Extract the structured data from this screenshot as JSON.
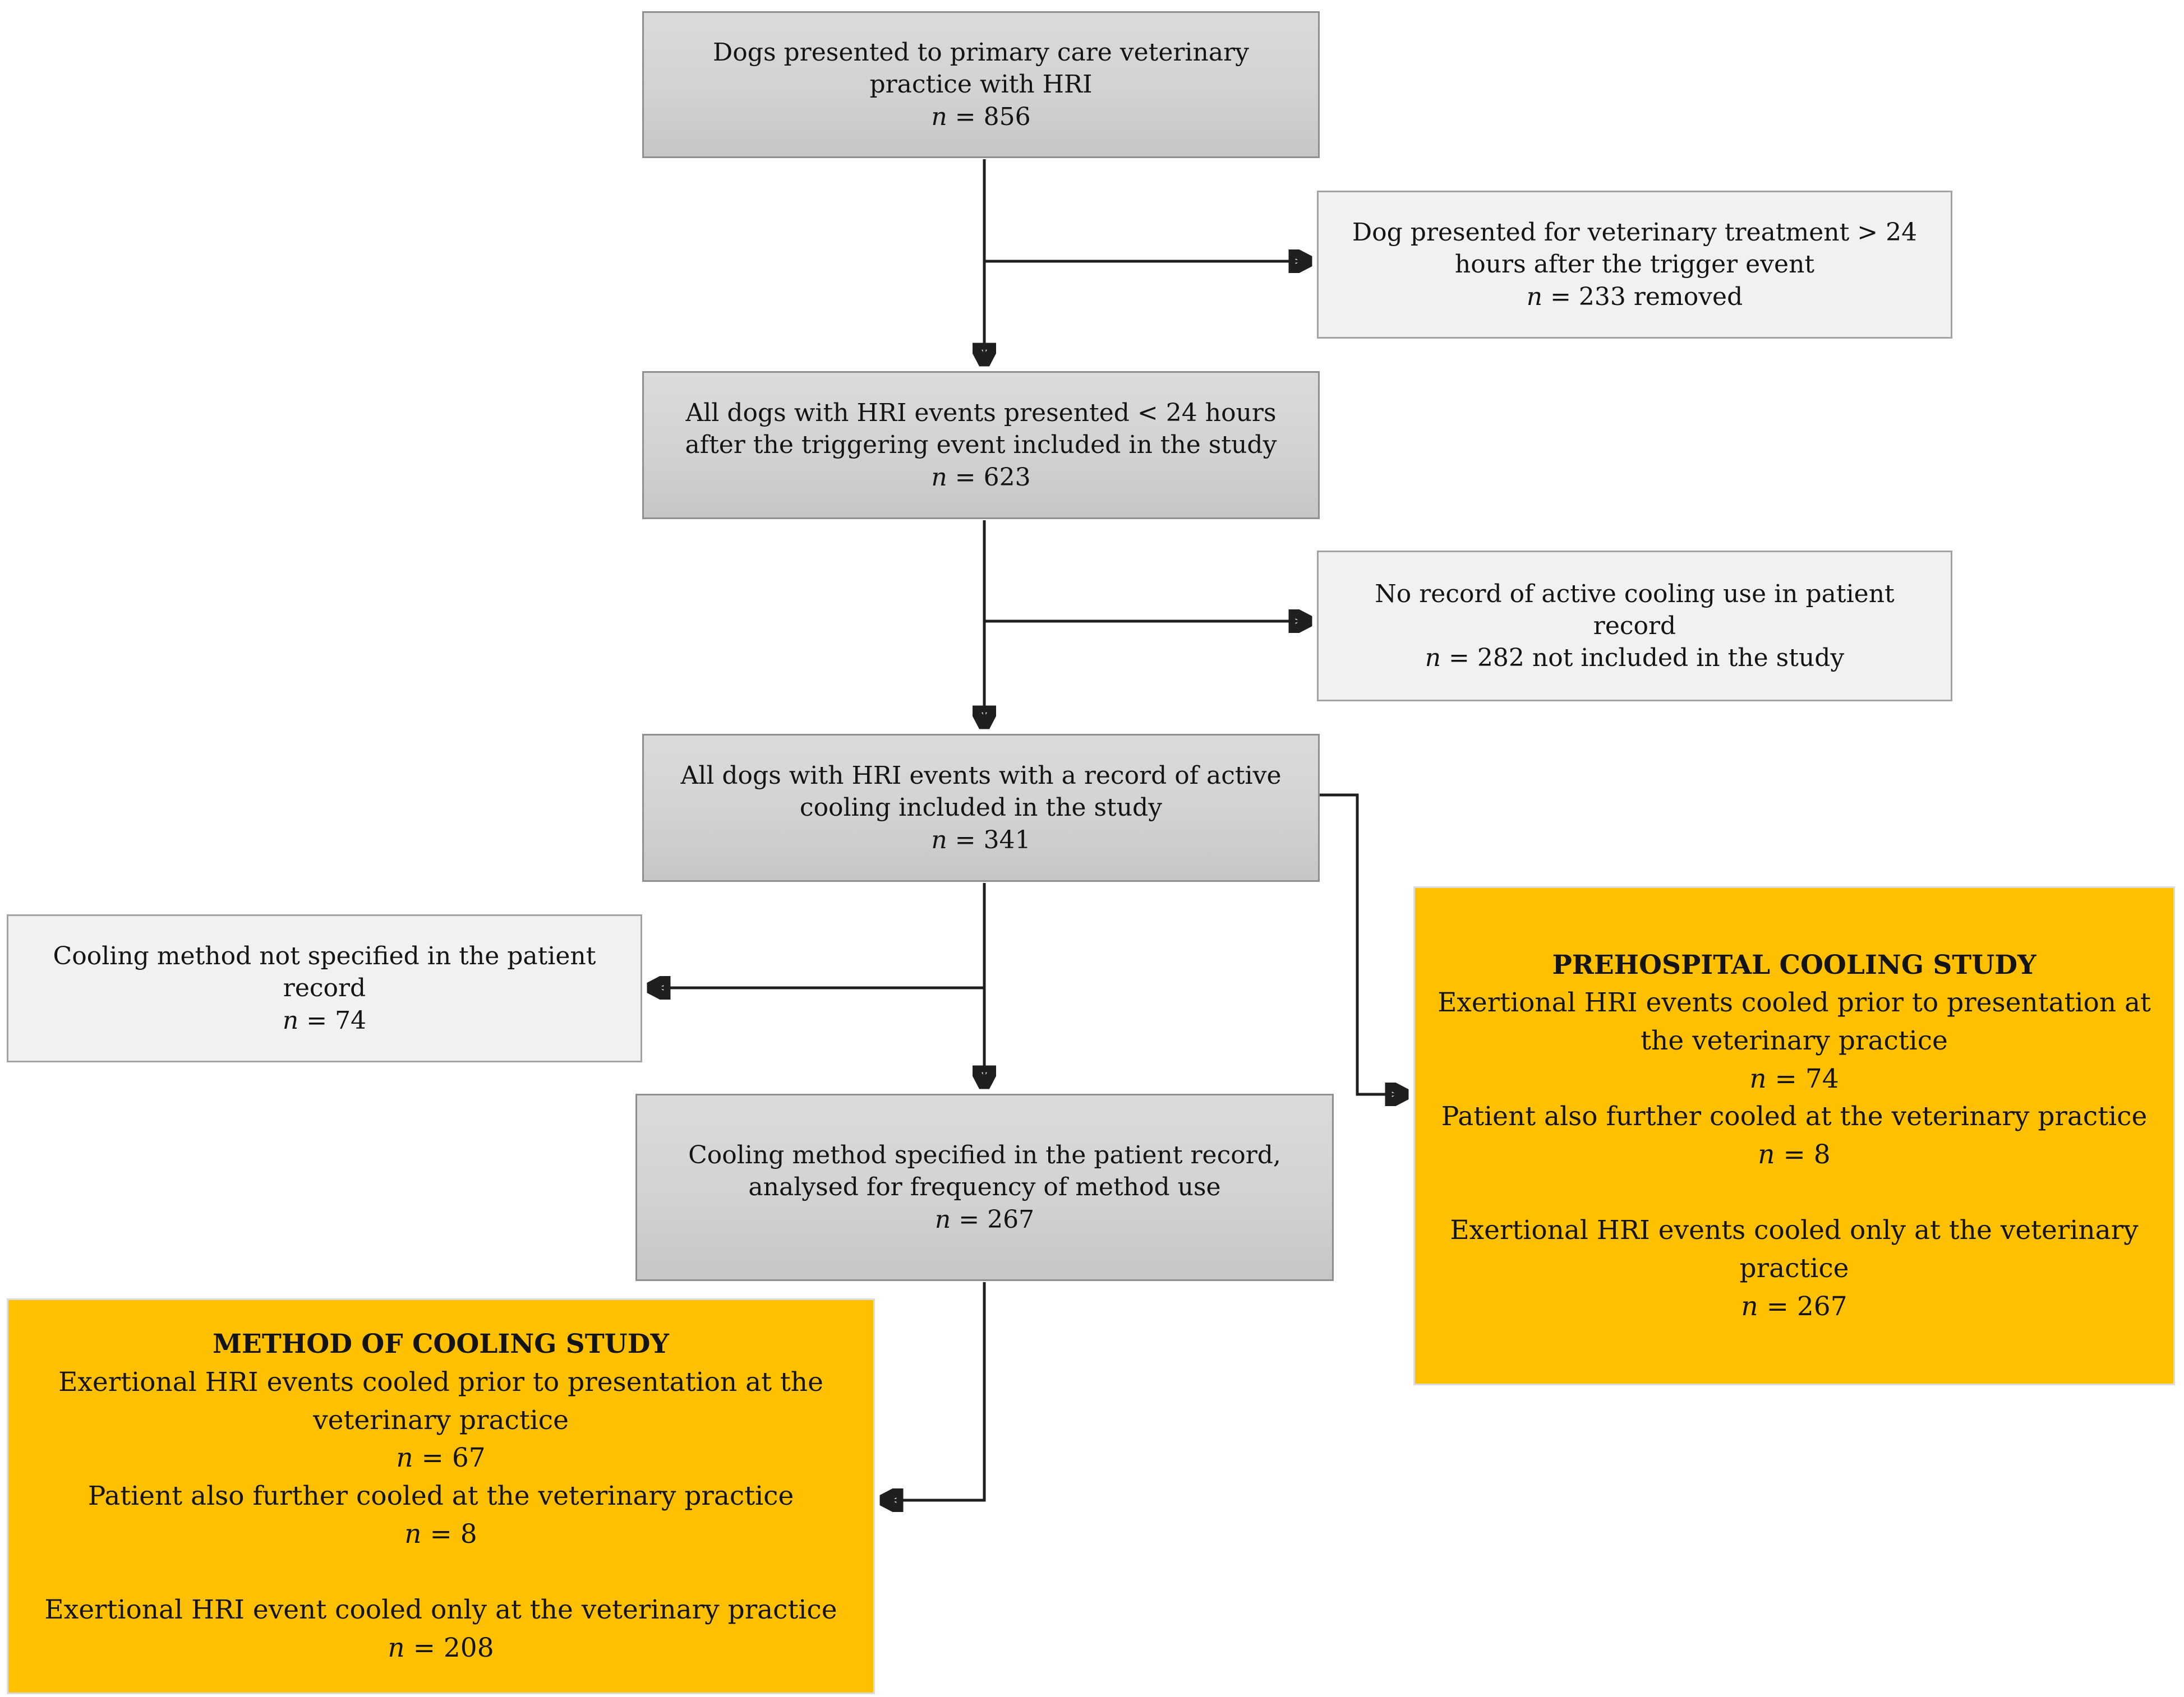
{
  "figure": {
    "type": "flowchart",
    "colors": {
      "process_fill": "#d2d2d2",
      "exclusion_fill": "#f1f1f1",
      "highlight_fill": "#ffc000",
      "arrow": "#1f1f1f"
    },
    "boxes": {
      "presented": {
        "role": "process",
        "lines": [
          {
            "style": "normal",
            "text": "Dogs presented to primary care veterinary practice with HRI"
          },
          {
            "style": "n",
            "text": "n = 856"
          }
        ]
      },
      "late_presentation": {
        "role": "exclusion",
        "lines": [
          {
            "style": "normal",
            "text": "Dog presented for veterinary treatment > 24 hours after the trigger event"
          },
          {
            "style": "n",
            "text": "n = 233 removed"
          }
        ]
      },
      "included_24h": {
        "role": "process",
        "lines": [
          {
            "style": "normal",
            "text": "All dogs with HRI events presented < 24 hours after the triggering event included in the study"
          },
          {
            "style": "n",
            "text": "n = 623"
          }
        ]
      },
      "no_cooling_record": {
        "role": "exclusion",
        "lines": [
          {
            "style": "normal",
            "text": "No record of active cooling use in patient record"
          },
          {
            "style": "n",
            "text": "n = 282 not included in the study"
          }
        ]
      },
      "cooling_recorded": {
        "role": "process",
        "lines": [
          {
            "style": "normal",
            "text": "All dogs with HRI events with a record of active cooling included in the study"
          },
          {
            "style": "n",
            "text": "n = 341"
          }
        ]
      },
      "method_not_specified": {
        "role": "exclusion",
        "lines": [
          {
            "style": "normal",
            "text": "Cooling method not specified in the patient record"
          },
          {
            "style": "n",
            "text": "n = 74"
          }
        ]
      },
      "method_specified": {
        "role": "process",
        "lines": [
          {
            "style": "normal",
            "text": "Cooling method specified in the patient record, analysed for frequency of method use"
          },
          {
            "style": "n",
            "text": "n = 267"
          }
        ]
      },
      "prehospital_study": {
        "role": "highlight",
        "lines": [
          {
            "style": "bold",
            "text": "PREHOSPITAL COOLING STUDY"
          },
          {
            "style": "normal",
            "text": "Exertional HRI events cooled prior to presentation at the veterinary practice"
          },
          {
            "style": "n",
            "text": "n = 74"
          },
          {
            "style": "normal",
            "text": "Patient also further cooled at the veterinary practice"
          },
          {
            "style": "n",
            "text": "n = 8"
          },
          {
            "style": "blank",
            "text": ""
          },
          {
            "style": "normal",
            "text": "Exertional HRI events cooled only at the veterinary practice"
          },
          {
            "style": "n",
            "text": "n = 267"
          }
        ]
      },
      "method_study": {
        "role": "highlight",
        "lines": [
          {
            "style": "bold",
            "text": "METHOD OF COOLING STUDY"
          },
          {
            "style": "normal",
            "text": "Exertional HRI events cooled prior to presentation at the veterinary practice"
          },
          {
            "style": "n",
            "text": "n = 67"
          },
          {
            "style": "normal",
            "text": "Patient also further cooled at the veterinary practice"
          },
          {
            "style": "n",
            "text": "n = 8"
          },
          {
            "style": "blank",
            "text": ""
          },
          {
            "style": "normal",
            "text": "Exertional HRI event cooled only at the veterinary practice"
          },
          {
            "style": "n",
            "text": "n = 208"
          }
        ]
      }
    }
  }
}
